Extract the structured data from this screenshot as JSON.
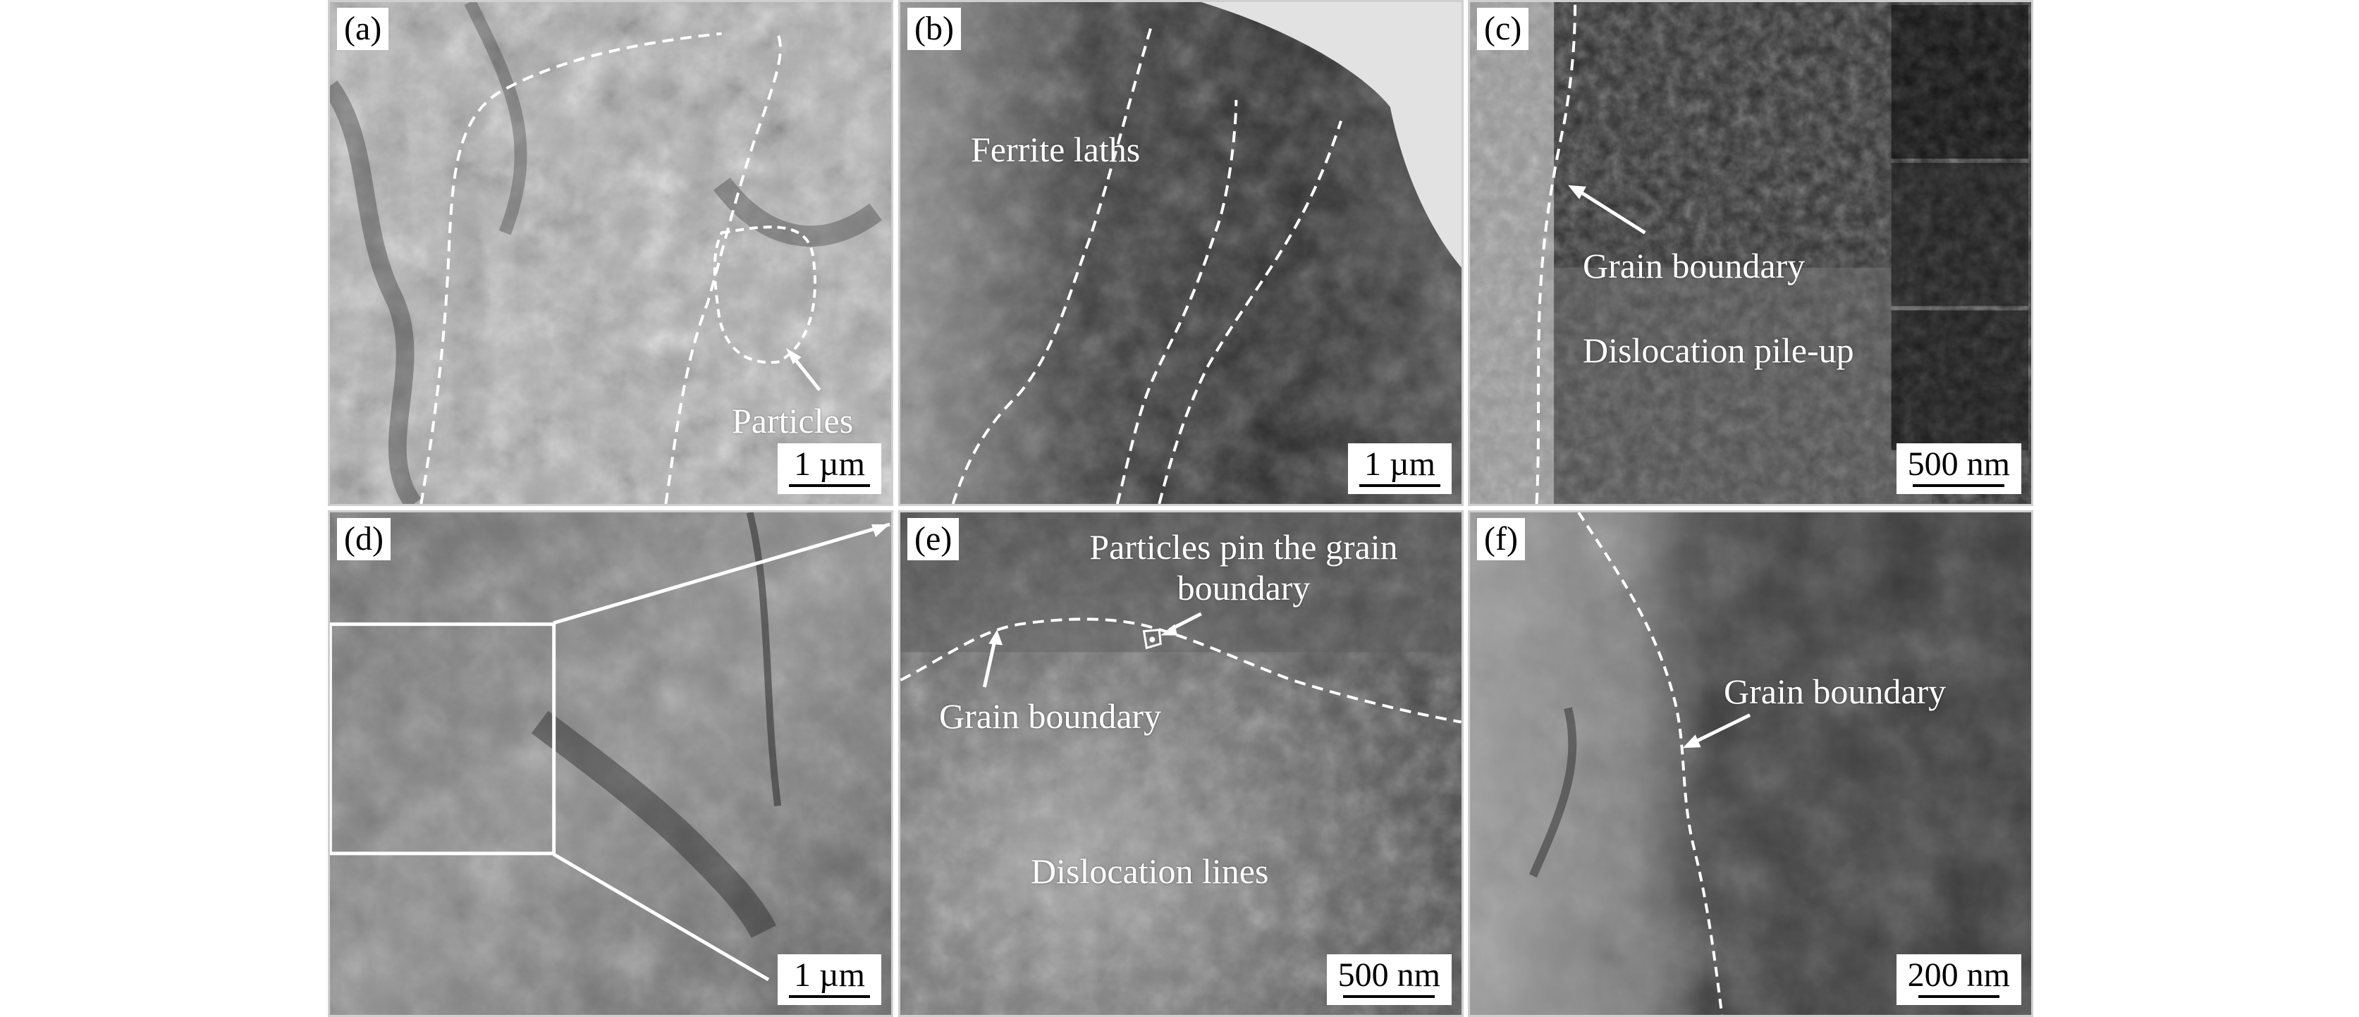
{
  "panels": {
    "a": {
      "label": "(a)",
      "scale": "1 µm",
      "annotations": {
        "particles": "Particles"
      }
    },
    "b": {
      "label": "(b)",
      "scale": "1 µm",
      "annotations": {
        "ferrite": "Ferrite laths"
      }
    },
    "c": {
      "label": "(c)",
      "scale": "500 nm",
      "annotations": {
        "grain_boundary": "Grain boundary",
        "pileup": "Dislocation pile-up"
      }
    },
    "d": {
      "label": "(d)",
      "scale": "1 µm"
    },
    "e": {
      "label": "(e)",
      "scale": "500 nm",
      "annotations": {
        "pin_line1": "Particles pin the grain",
        "pin_line2": "boundary",
        "grain_boundary": "Grain boundary",
        "dislocation_lines": "Dislocation lines"
      }
    },
    "f": {
      "label": "(f)",
      "scale": "200 nm",
      "annotations": {
        "grain_boundary": "Grain boundary"
      }
    }
  }
}
